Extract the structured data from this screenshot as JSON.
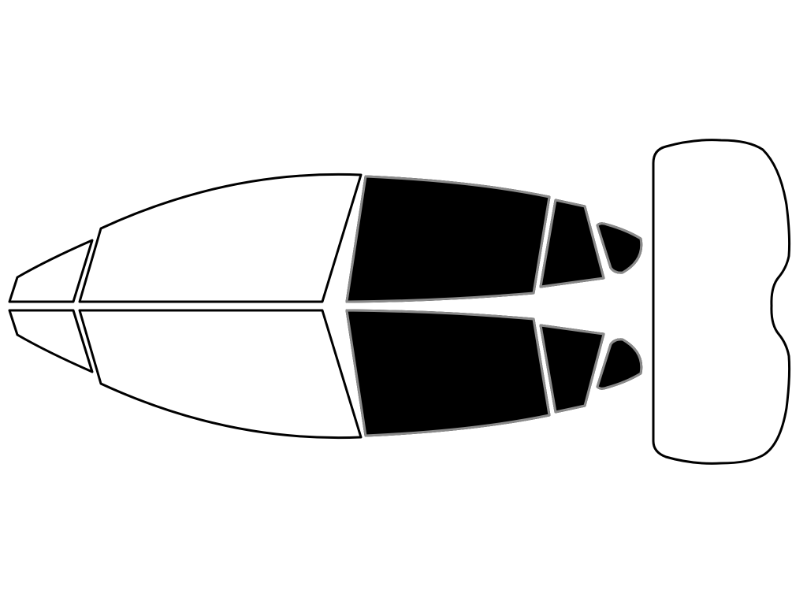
{
  "diagram": {
    "title": "",
    "colors": {
      "background": "#ffffff",
      "outline": "#000000",
      "untinted_fill": "#ffffff",
      "tinted_fill": "#000000",
      "tinted_inner_line": "#8a8a8a"
    },
    "panes": [
      {
        "id": "left-vent-window",
        "tinted": false
      },
      {
        "id": "left-front-door-window",
        "tinted": false
      },
      {
        "id": "left-rear-door-window",
        "tinted": true
      },
      {
        "id": "left-rear-quarter-window",
        "tinted": true
      },
      {
        "id": "left-rear-small-window",
        "tinted": true
      },
      {
        "id": "right-vent-window",
        "tinted": false
      },
      {
        "id": "right-front-door-window",
        "tinted": false
      },
      {
        "id": "right-rear-door-window",
        "tinted": true
      },
      {
        "id": "right-rear-quarter-window",
        "tinted": true
      },
      {
        "id": "right-rear-small-window",
        "tinted": true
      },
      {
        "id": "rear-windshield",
        "tinted": false
      }
    ]
  }
}
